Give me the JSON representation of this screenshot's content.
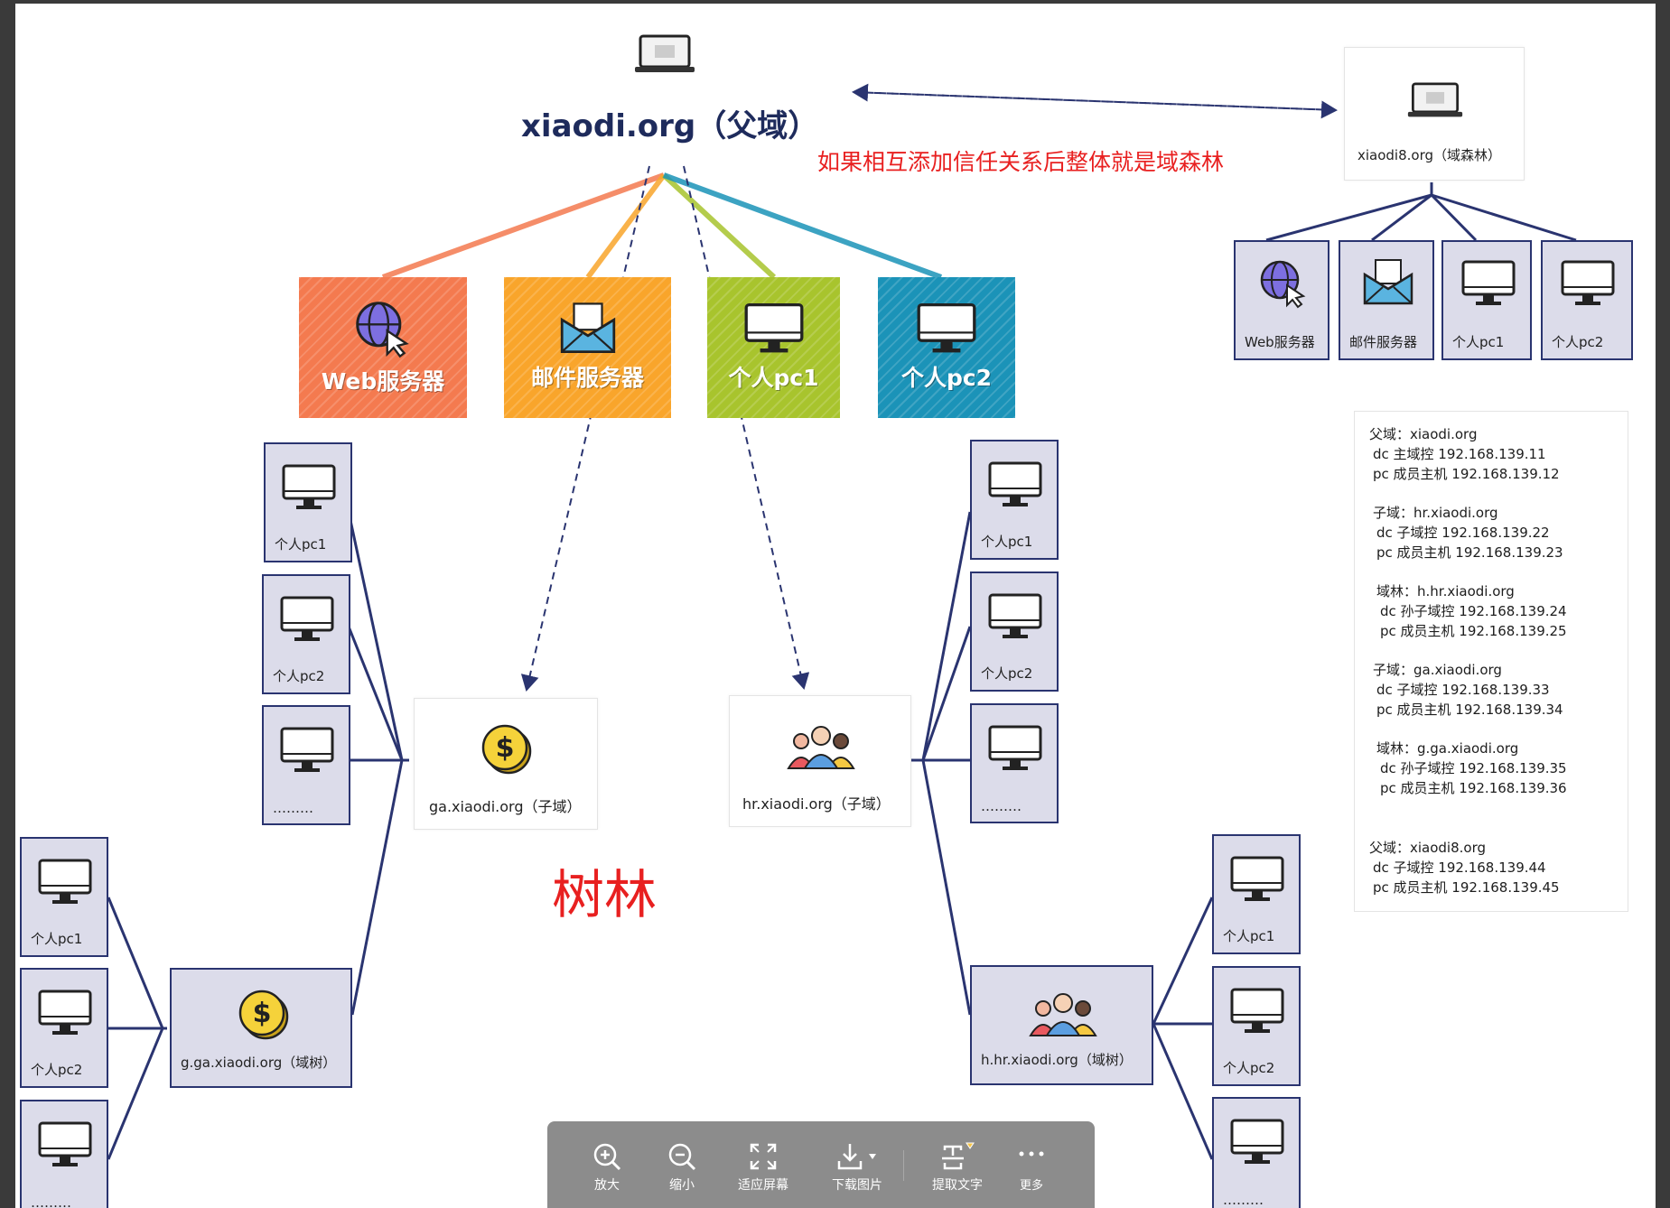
{
  "parent": {
    "title": "xiaodi.org（父域）"
  },
  "note": "如果相互添加信任关系后整体就是域森林",
  "forest": {
    "title": "xiaodi8.org（域森林）",
    "items": [
      "Web服务器",
      "邮件服务器",
      "个人pc1",
      "个人pc2"
    ]
  },
  "services": [
    {
      "label": "Web服务器",
      "color": "#f47a4f"
    },
    {
      "label": "邮件服务器",
      "color": "#f9a52b"
    },
    {
      "label": "个人pc1",
      "color": "#a8c42d"
    },
    {
      "label": "个人pc2",
      "color": "#1b93b8"
    }
  ],
  "pc_labels": {
    "pc1": "个人pc1",
    "pc2": "个人pc2",
    "more": "………"
  },
  "subdomains": {
    "ga": "ga.xiaodi.org（子域）",
    "hr": "hr.xiaodi.org（子域）",
    "gga": "g.ga.xiaodi.org（域树）",
    "hhr": "h.hr.xiaodi.org（域树）"
  },
  "tree_label": "树林",
  "info": [
    [
      "父域：xiaodi.org",
      "dc 主域控 192.168.139.11",
      "pc 成员主机 192.168.139.12"
    ],
    [
      "子域：hr.xiaodi.org",
      "dc 子域控  192.168.139.22",
      "pc 成员主机 192.168.139.23"
    ],
    [
      "域林：h.hr.xiaodi.org",
      "dc 孙子域控  192.168.139.24",
      "pc 成员主机 192.168.139.25"
    ],
    [
      "子域：ga.xiaodi.org",
      "dc 子域控  192.168.139.33",
      "pc 成员主机 192.168.139.34"
    ],
    [
      "域林：g.ga.xiaodi.org",
      "dc 孙子域控  192.168.139.35",
      "pc 成员主机 192.168.139.36"
    ],
    [
      "父域：xiaodi8.org",
      "dc 子域控  192.168.139.44",
      "pc 成员主机 192.168.139.45"
    ]
  ],
  "toolbar": [
    "放大",
    "缩小",
    "适应屏幕",
    "下载图片",
    "提取文字",
    "更多"
  ],
  "colors": {
    "navy": "#2a3470",
    "note_red": "#e82020",
    "pc_fill": "#dcdcea"
  }
}
